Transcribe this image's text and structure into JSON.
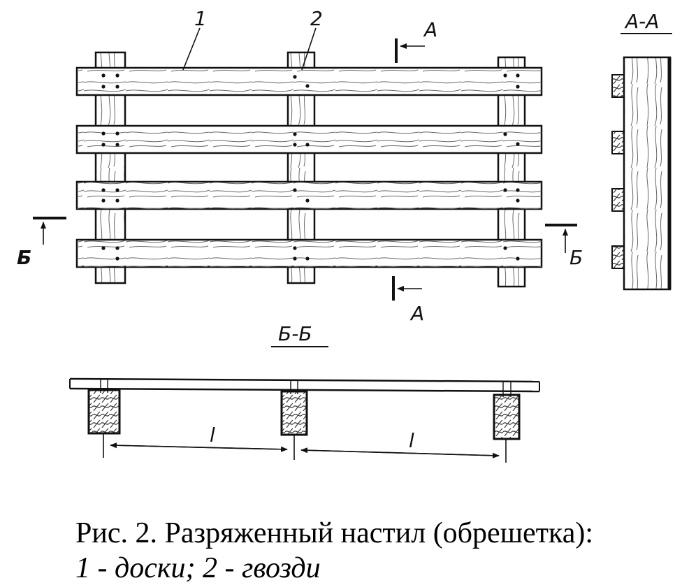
{
  "labels": {
    "leader_1": "1",
    "leader_2": "2",
    "cut_a_top": "А",
    "cut_a_bottom": "А",
    "cut_b_left": "Б",
    "cut_b_right": "Б",
    "section_aa_title": "А-А",
    "section_bb_title": "Б-Б",
    "span_left": "l",
    "span_right": "l"
  },
  "caption": {
    "line1": "Рис. 2. Разряженный настил (обрешетка):",
    "line2": "1 - доски; 2 - гвозди"
  }
}
